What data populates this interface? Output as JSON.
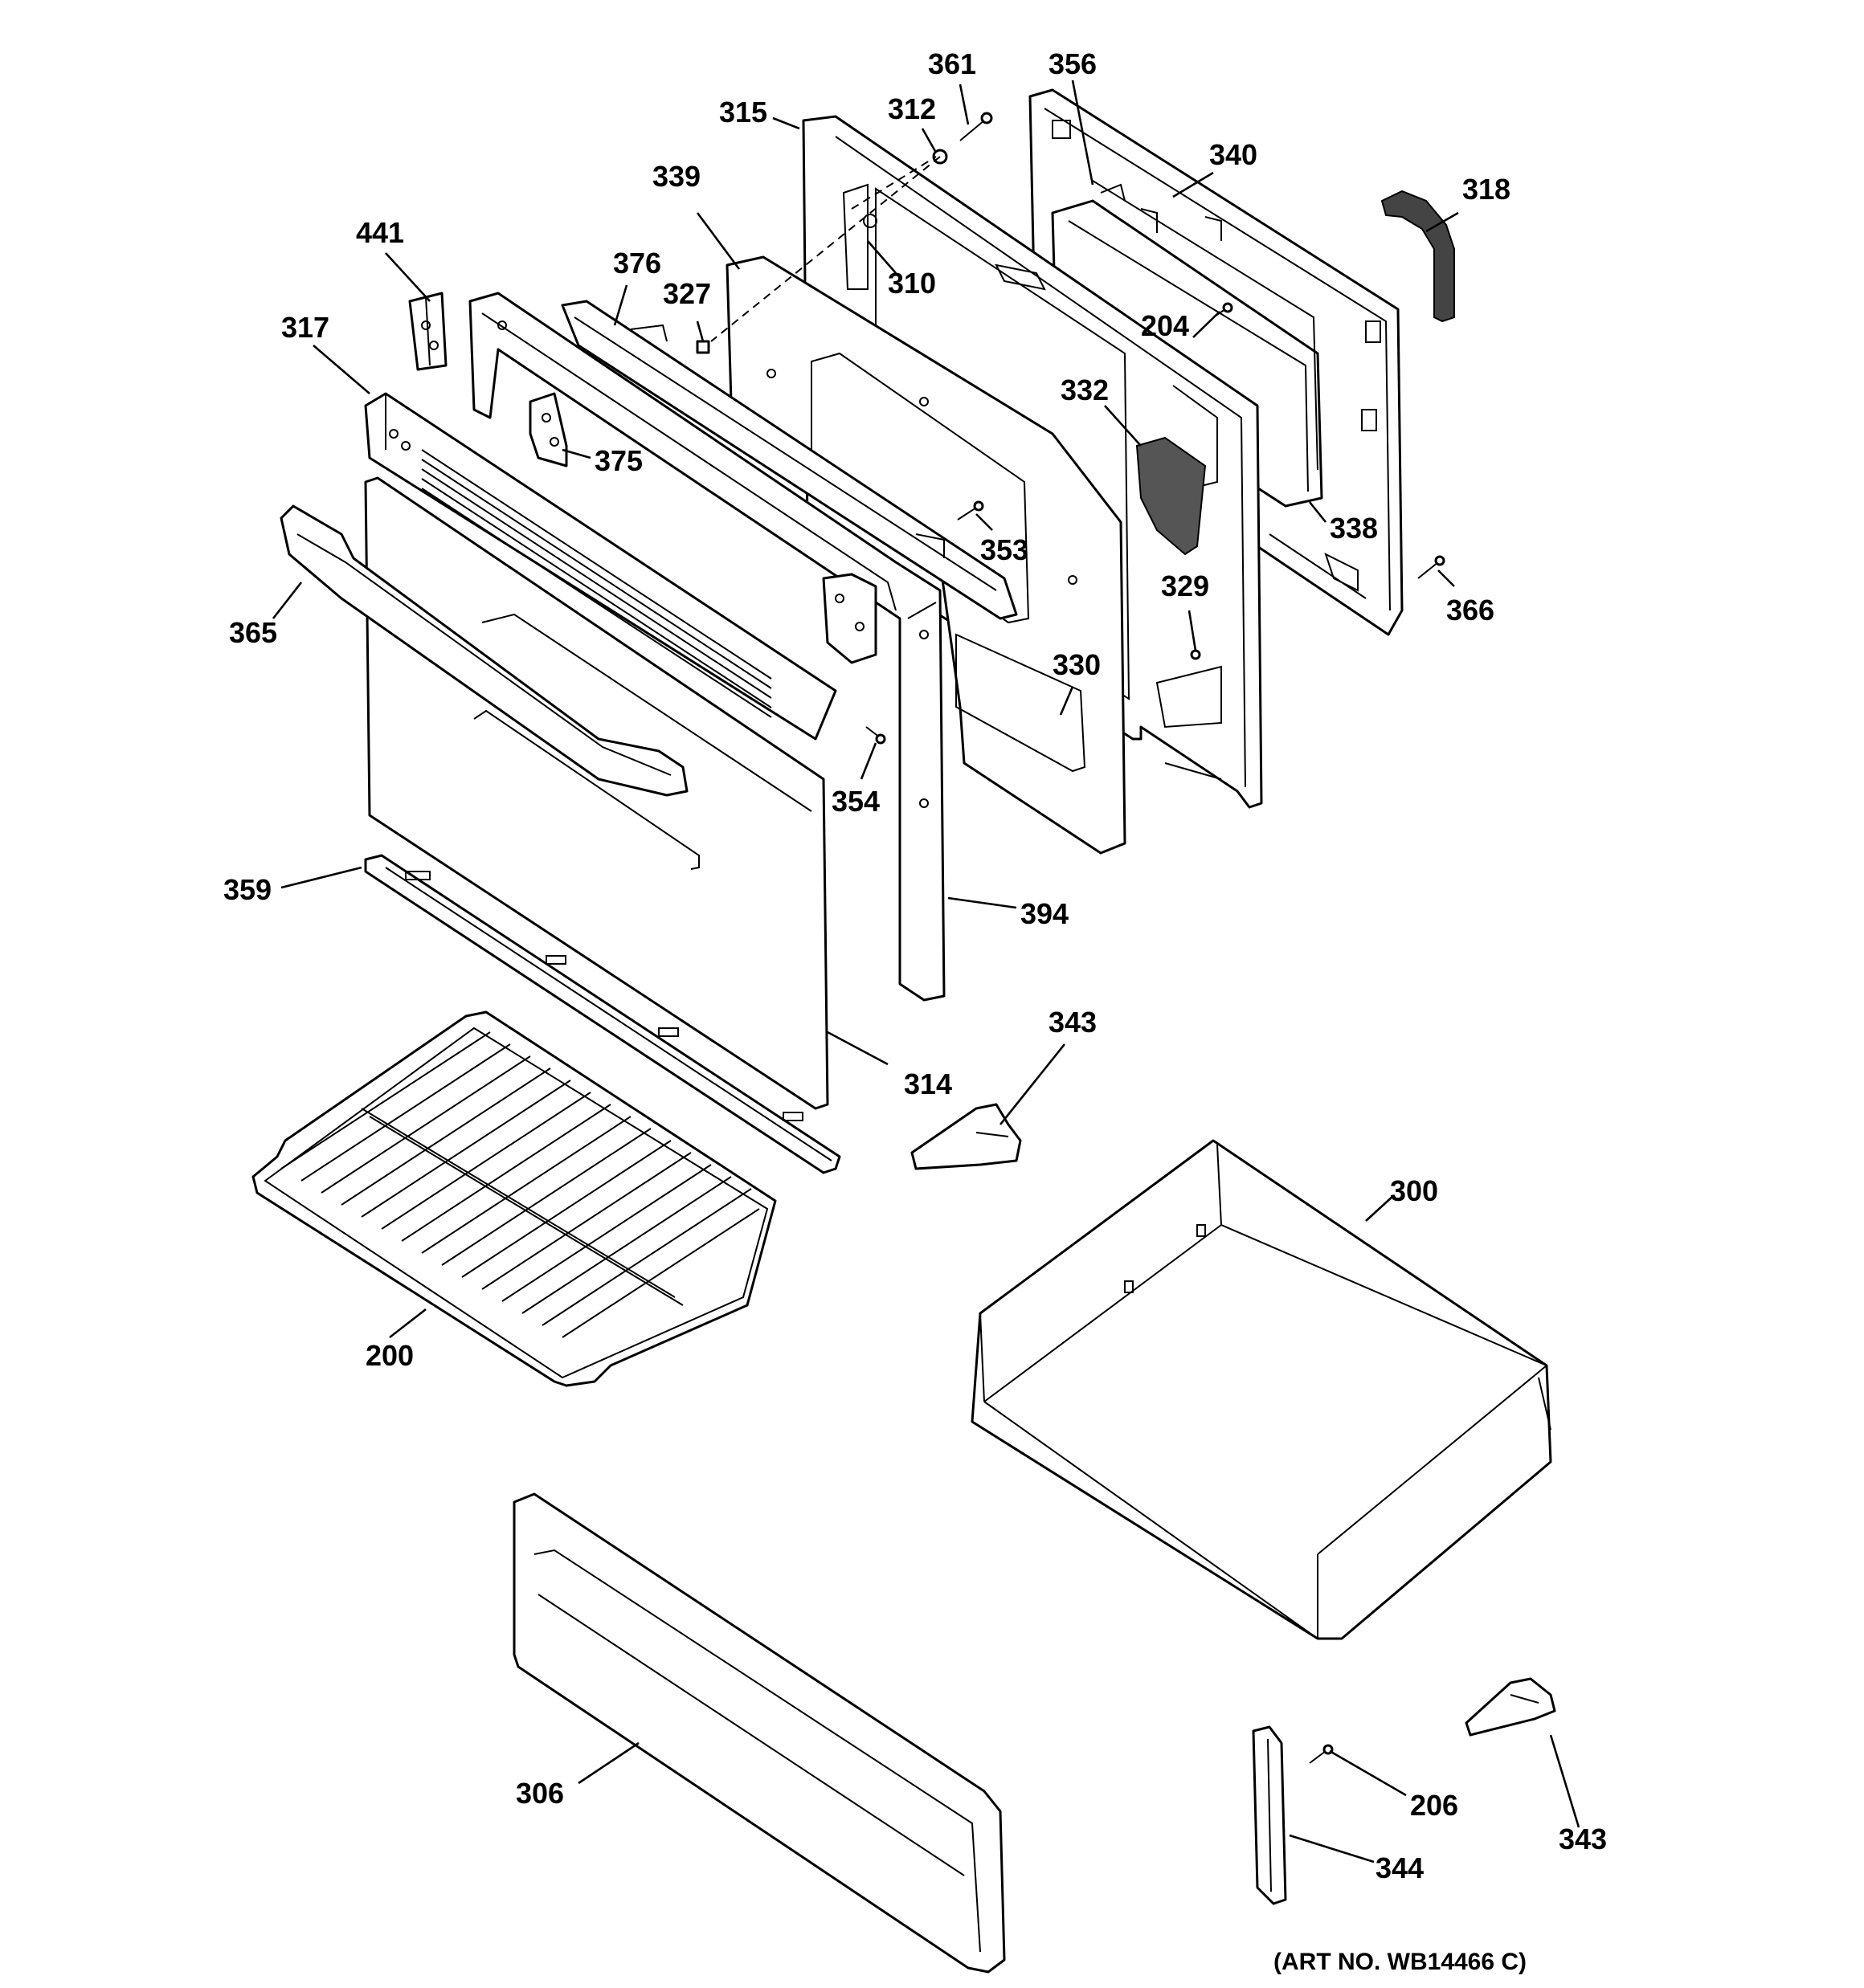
{
  "labels": {
    "l361": "361",
    "l356": "356",
    "l315": "315",
    "l312": "312",
    "l340": "340",
    "l318": "318",
    "l339": "339",
    "l441": "441",
    "l376": "376",
    "l327": "327",
    "l310": "310",
    "l204": "204",
    "l317": "317",
    "l332": "332",
    "l375": "375",
    "l338": "338",
    "l353": "353",
    "l365": "365",
    "l329": "329",
    "l366": "366",
    "l330": "330",
    "l354": "354",
    "l359": "359",
    "l394": "394",
    "l343a": "343",
    "l314": "314",
    "l300": "300",
    "l200": "200",
    "l306": "306",
    "l206": "206",
    "l343b": "343",
    "l344": "344"
  },
  "art_number": "(ART NO. WB14466 C)"
}
